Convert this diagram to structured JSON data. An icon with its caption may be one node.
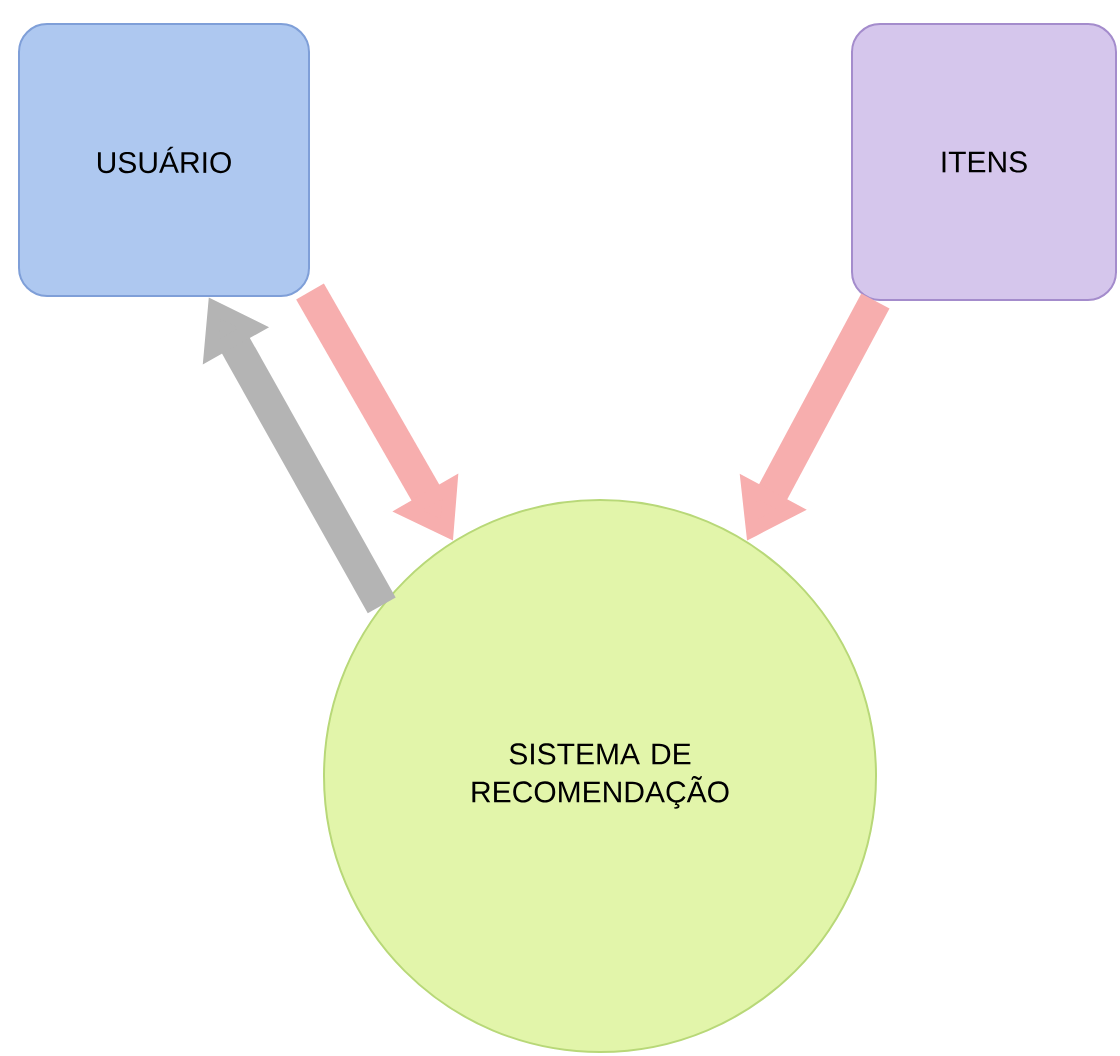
{
  "diagram": {
    "nodes": [
      {
        "text": [
          "USUÁRIO"
        ]
      },
      {
        "text": [
          "ITENS"
        ]
      },
      {
        "text": [
          "SISTEMA DE RECOMENDAÇÃO"
        ]
      }
    ],
    "edges": [
      {
        "from": 0,
        "to": 2,
        "arrow": "to"
      },
      {
        "from": 1,
        "to": 2,
        "arrow": "to"
      },
      {
        "from": 2,
        "to": 0,
        "arrow": "to",
        "color": "#b4b4b4"
      }
    ]
  }
}
